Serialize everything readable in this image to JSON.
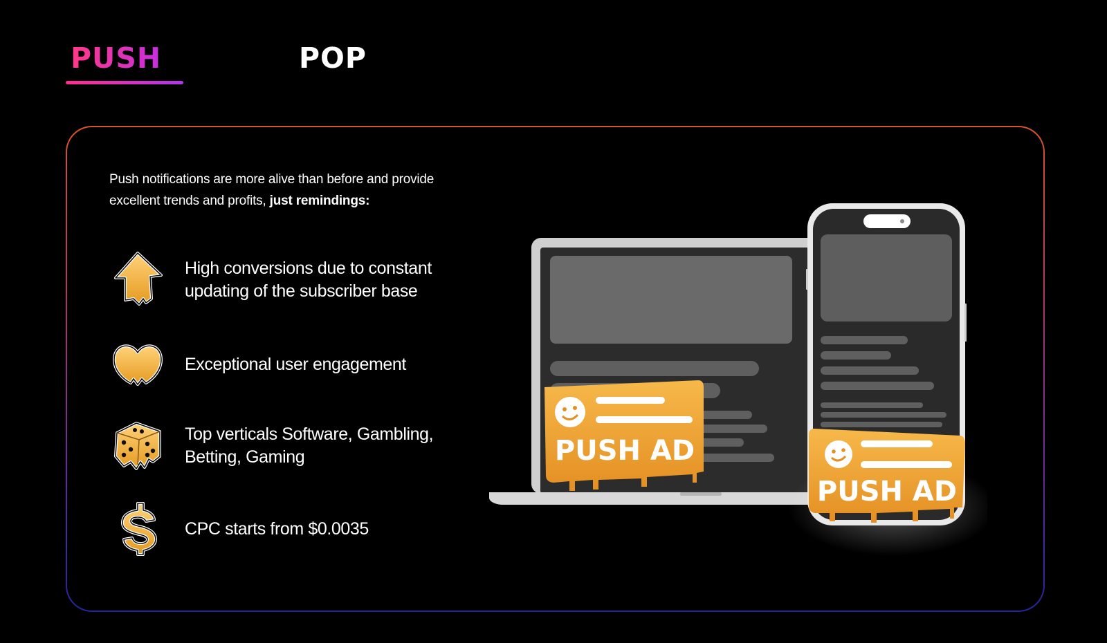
{
  "tabs": [
    {
      "label": "PUSH",
      "active": true
    },
    {
      "label": "POP",
      "active": false
    }
  ],
  "intro": {
    "text": "Push notifications are more alive than before and provide excellent trends and profits, ",
    "bold": "just remindings:"
  },
  "features": [
    {
      "icon": "arrow-up-icon",
      "text": "High conversions due to constant updating of the subscriber base"
    },
    {
      "icon": "heart-icon",
      "text": "Exceptional user engagement"
    },
    {
      "icon": "dice-icon",
      "text": "Top verticals Software, Gambling, Betting, Gaming"
    },
    {
      "icon": "dollar-icon",
      "text": "CPC starts from $0.0035"
    }
  ],
  "ads": {
    "laptop_badge": "PUSH AD",
    "phone_badge": "PUSH AD"
  },
  "colors": {
    "accent_pink": "#ff2f8e",
    "accent_purple": "#b036ea",
    "badge_orange": "#f2a53a",
    "icon_gold": "#f6b93a"
  }
}
